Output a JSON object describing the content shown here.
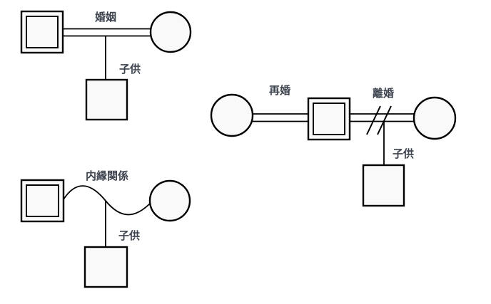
{
  "diagram": {
    "type": "genogram-notation-legend",
    "colors": {
      "background": "#ffffff",
      "shape_stroke": "#000000",
      "shape_fill": "#f9f9f9",
      "label_text": "#3c434e"
    },
    "groups": [
      {
        "id": "marriage",
        "relationship_label": "婚姻",
        "child_label": "子供",
        "link_style": "double-line",
        "nodes": [
          "male-double-square",
          "female-circle",
          "child-square"
        ]
      },
      {
        "id": "remarriage-divorce",
        "remarriage_label": "再婚",
        "divorce_label": "離婚",
        "child_label": "子供",
        "link_styles": [
          "double-line",
          "double-line-with-two-slashes"
        ],
        "nodes": [
          "female-circle",
          "male-double-square",
          "female-circle",
          "child-square"
        ]
      },
      {
        "id": "common-law",
        "relationship_label": "内縁関係",
        "child_label": "子供",
        "link_style": "wavy-line",
        "nodes": [
          "male-double-square",
          "female-circle",
          "child-square"
        ]
      }
    ]
  }
}
